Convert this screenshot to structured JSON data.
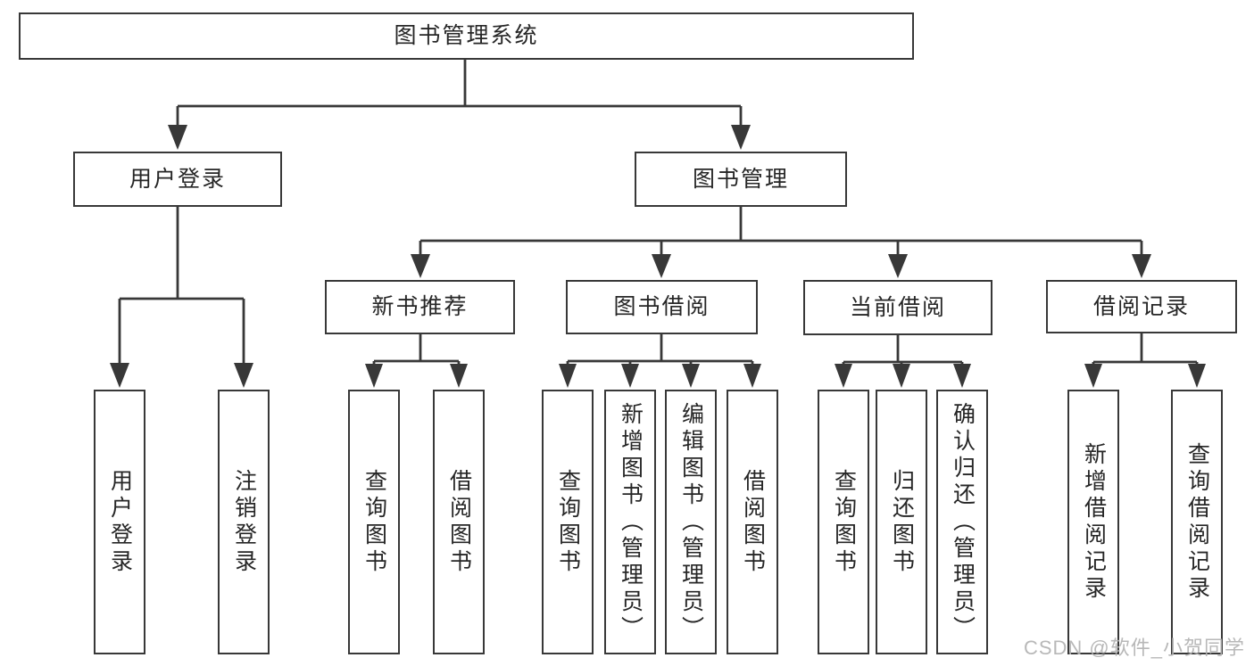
{
  "colors": {
    "line": "#383838",
    "box_border": "#383838",
    "text": "#262626",
    "background": "#ffffff",
    "watermark": "#b2b2b2"
  },
  "watermark": {
    "text": "CSDN @软件_小贺同学"
  },
  "tree": {
    "label": "图书管理系统",
    "children": [
      {
        "label": "用户登录",
        "children": [
          {
            "label": "用户登录"
          },
          {
            "label": "注销登录"
          }
        ]
      },
      {
        "label": "图书管理",
        "children": [
          {
            "label": "新书推荐",
            "children": [
              {
                "label": "查询图书"
              },
              {
                "label": "借阅图书"
              }
            ]
          },
          {
            "label": "图书借阅",
            "children": [
              {
                "label": "查询图书"
              },
              {
                "label": "新增图书（管理员）"
              },
              {
                "label": "编辑图书（管理员）"
              },
              {
                "label": "借阅图书"
              }
            ]
          },
          {
            "label": "当前借阅",
            "children": [
              {
                "label": "查询图书"
              },
              {
                "label": "归还图书"
              },
              {
                "label": "确认归还（管理员）"
              }
            ]
          },
          {
            "label": "借阅记录",
            "children": [
              {
                "label": "新增借阅记录"
              },
              {
                "label": "查询借阅记录"
              }
            ]
          }
        ]
      }
    ]
  }
}
